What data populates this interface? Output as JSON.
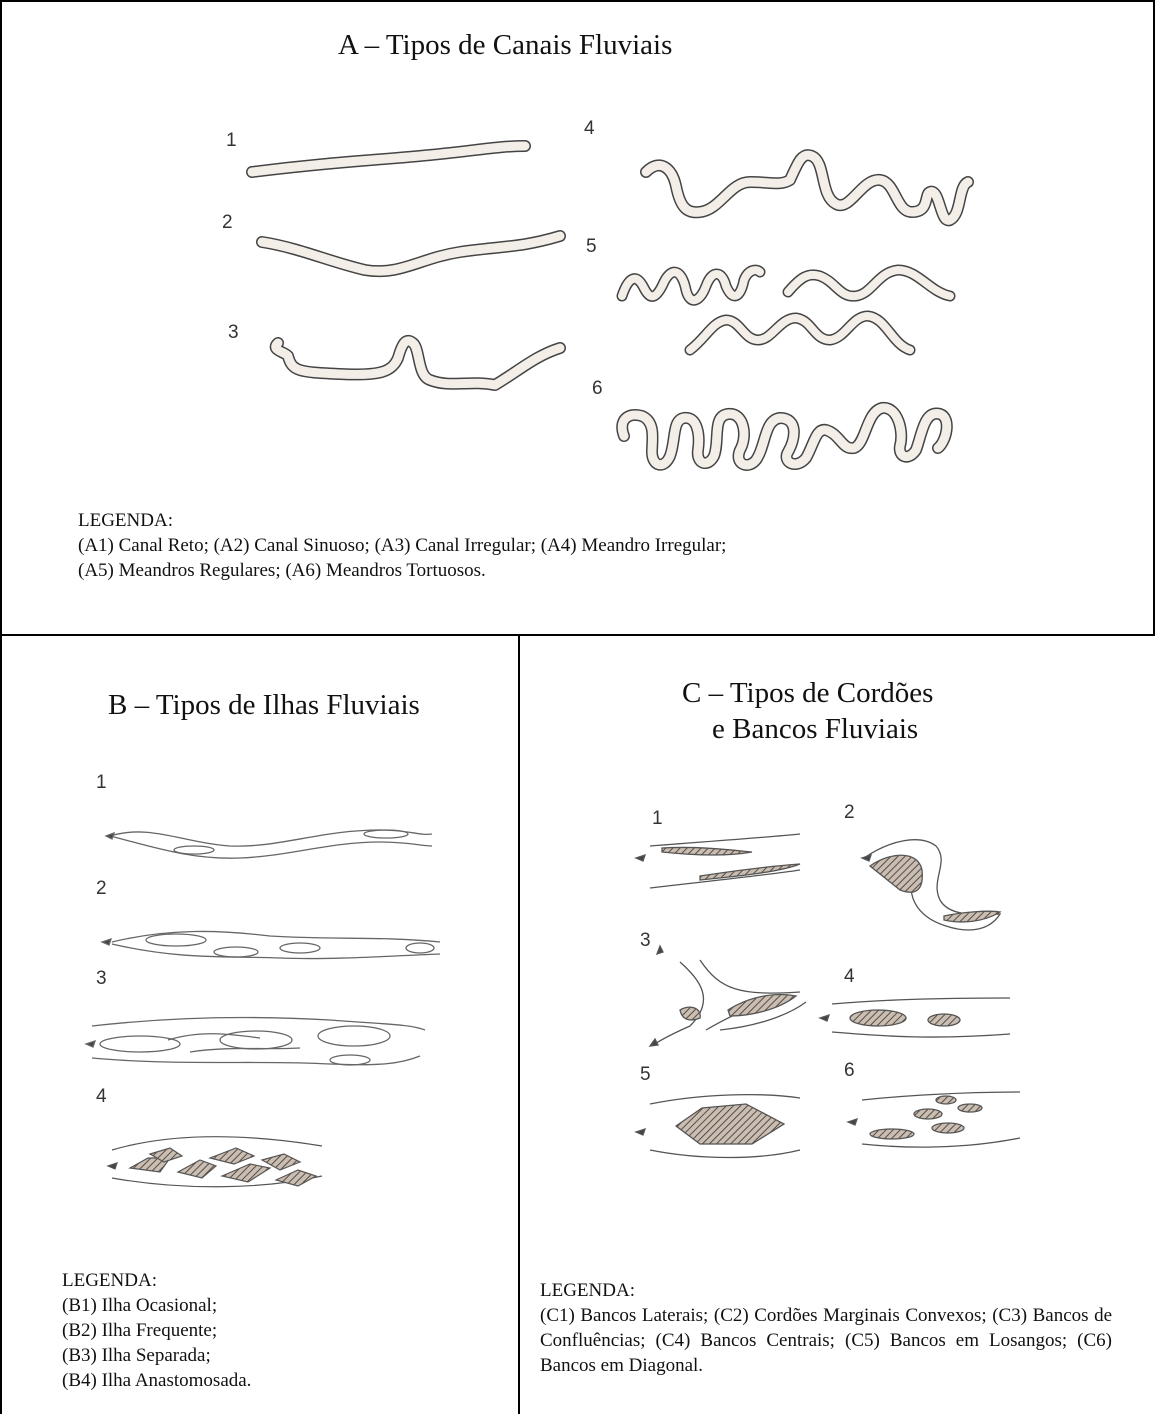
{
  "panel_a": {
    "title": "A – Tipos de Canais Fluviais",
    "labels": [
      "1",
      "2",
      "3",
      "4",
      "5",
      "6"
    ],
    "legend_heading": "LEGENDA:",
    "legend_lines": [
      "(A1) Canal Reto; (A2) Canal Sinuoso; (A3) Canal Irregular; (A4) Meandro Irregular;",
      "(A5) Meandros Regulares; (A6) Meandros Tortuosos."
    ]
  },
  "panel_b": {
    "title": "B – Tipos de Ilhas Fluviais",
    "labels": [
      "1",
      "2",
      "3",
      "4"
    ],
    "legend_heading": "LEGENDA:",
    "legend_lines": [
      "(B1) Ilha Ocasional;",
      "(B2) Ilha Frequente;",
      "(B3) Ilha Separada;",
      "(B4) Ilha Anastomosada."
    ]
  },
  "panel_c": {
    "title_line1": "C – Tipos de Cordões",
    "title_line2": "e Bancos Fluviais",
    "labels": [
      "1",
      "2",
      "3",
      "4",
      "5",
      "6"
    ],
    "legend_heading": "LEGENDA:",
    "legend_text": "(C1) Bancos Laterais; (C2) Cordões Marginais Convexos; (C3) Bancos de Confluências; (C4) Bancos Centrais; (C5) Bancos em Losangos; (C6) Bancos em Diagonal."
  },
  "colors": {
    "stroke": "#4a4a4a",
    "hatch": "#6b5a4e",
    "border": "#000000"
  }
}
